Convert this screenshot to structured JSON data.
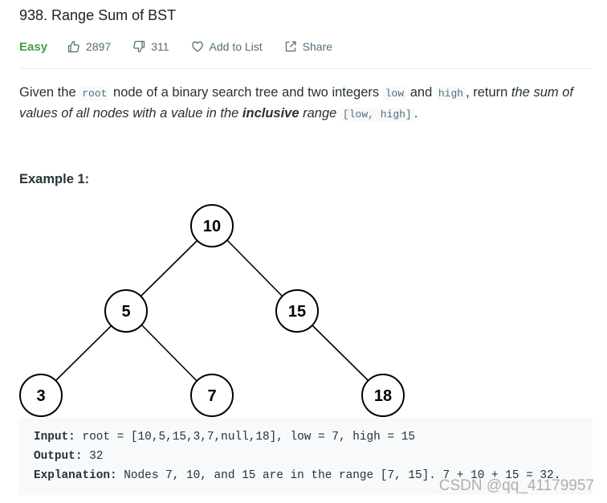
{
  "problem": {
    "title": "938. Range Sum of BST",
    "difficulty": "Easy",
    "likes": "2897",
    "dislikes": "311",
    "add_to_list_label": "Add to List",
    "share_label": "Share"
  },
  "description": {
    "part1": "Given the ",
    "code_root": "root",
    "part2": " node of a binary search tree and two integers ",
    "code_low": "low",
    "part3": " and ",
    "code_high": "high",
    "part4": ", return ",
    "em_part1": "the sum of values of all nodes with a value in the ",
    "em_strong": "inclusive",
    "em_part2": " range ",
    "code_range": "[low, high]",
    "part5": "."
  },
  "example": {
    "heading": "Example 1:",
    "tree_nodes": {
      "root": "10",
      "left": "5",
      "right": "15",
      "left_left": "3",
      "left_right": "7",
      "right_right": "18"
    },
    "input_label": "Input:",
    "input_value": " root = [10,5,15,3,7,null,18], low = 7, high = 15",
    "output_label": "Output:",
    "output_value": " 32",
    "explanation_label": "Explanation:",
    "explanation_value": " Nodes 7, 10, and 15 are in the range [7, 15]. 7 + 10 + 15 = 32."
  },
  "watermark": "CSDN @qq_41179957",
  "colors": {
    "easy": "#43a047",
    "meta_text": "#546e7a",
    "code_background": "#f7f9fa"
  },
  "icons": {
    "likes": "thumbs-up-icon",
    "dislikes": "thumbs-down-icon",
    "add_to_list": "heart-icon",
    "share": "share-icon"
  }
}
